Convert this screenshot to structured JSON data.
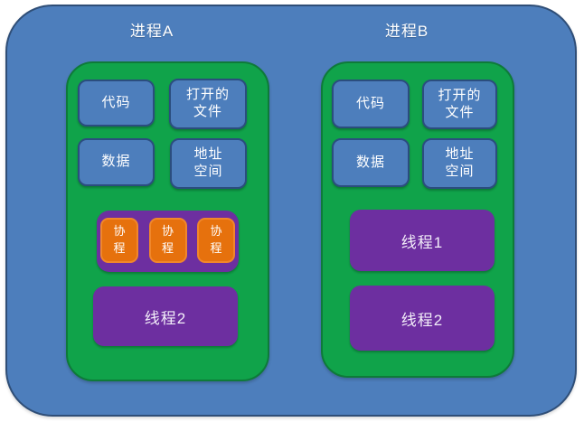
{
  "colors": {
    "canvas_blue": "#4d7ebc",
    "canvas_border": "#2f4e77",
    "process_green": "#10a34a",
    "process_green_border": "#0e7a39",
    "resource_blue": "#4d7ebc",
    "resource_border": "#2b4d7e",
    "thread_purple": "#6d2fa0",
    "coroutine_orange": "#e6710d",
    "coroutine_border": "#f0872b",
    "text": "#ffffff"
  },
  "processes": [
    {
      "title": "进程A",
      "resources": [
        {
          "label": "代码"
        },
        {
          "label": "打开的\n文件"
        },
        {
          "label": "数据"
        },
        {
          "label": "地址\n空间"
        }
      ],
      "coroutines": [
        {
          "label": "协\n程"
        },
        {
          "label": "协\n程"
        },
        {
          "label": "协\n程"
        }
      ],
      "threads": [
        {
          "label": "线程2"
        }
      ]
    },
    {
      "title": "进程B",
      "resources": [
        {
          "label": "代码"
        },
        {
          "label": "打开的\n文件"
        },
        {
          "label": "数据"
        },
        {
          "label": "地址\n空间"
        }
      ],
      "coroutines": [],
      "threads": [
        {
          "label": "线程1"
        },
        {
          "label": "线程2"
        }
      ]
    }
  ]
}
